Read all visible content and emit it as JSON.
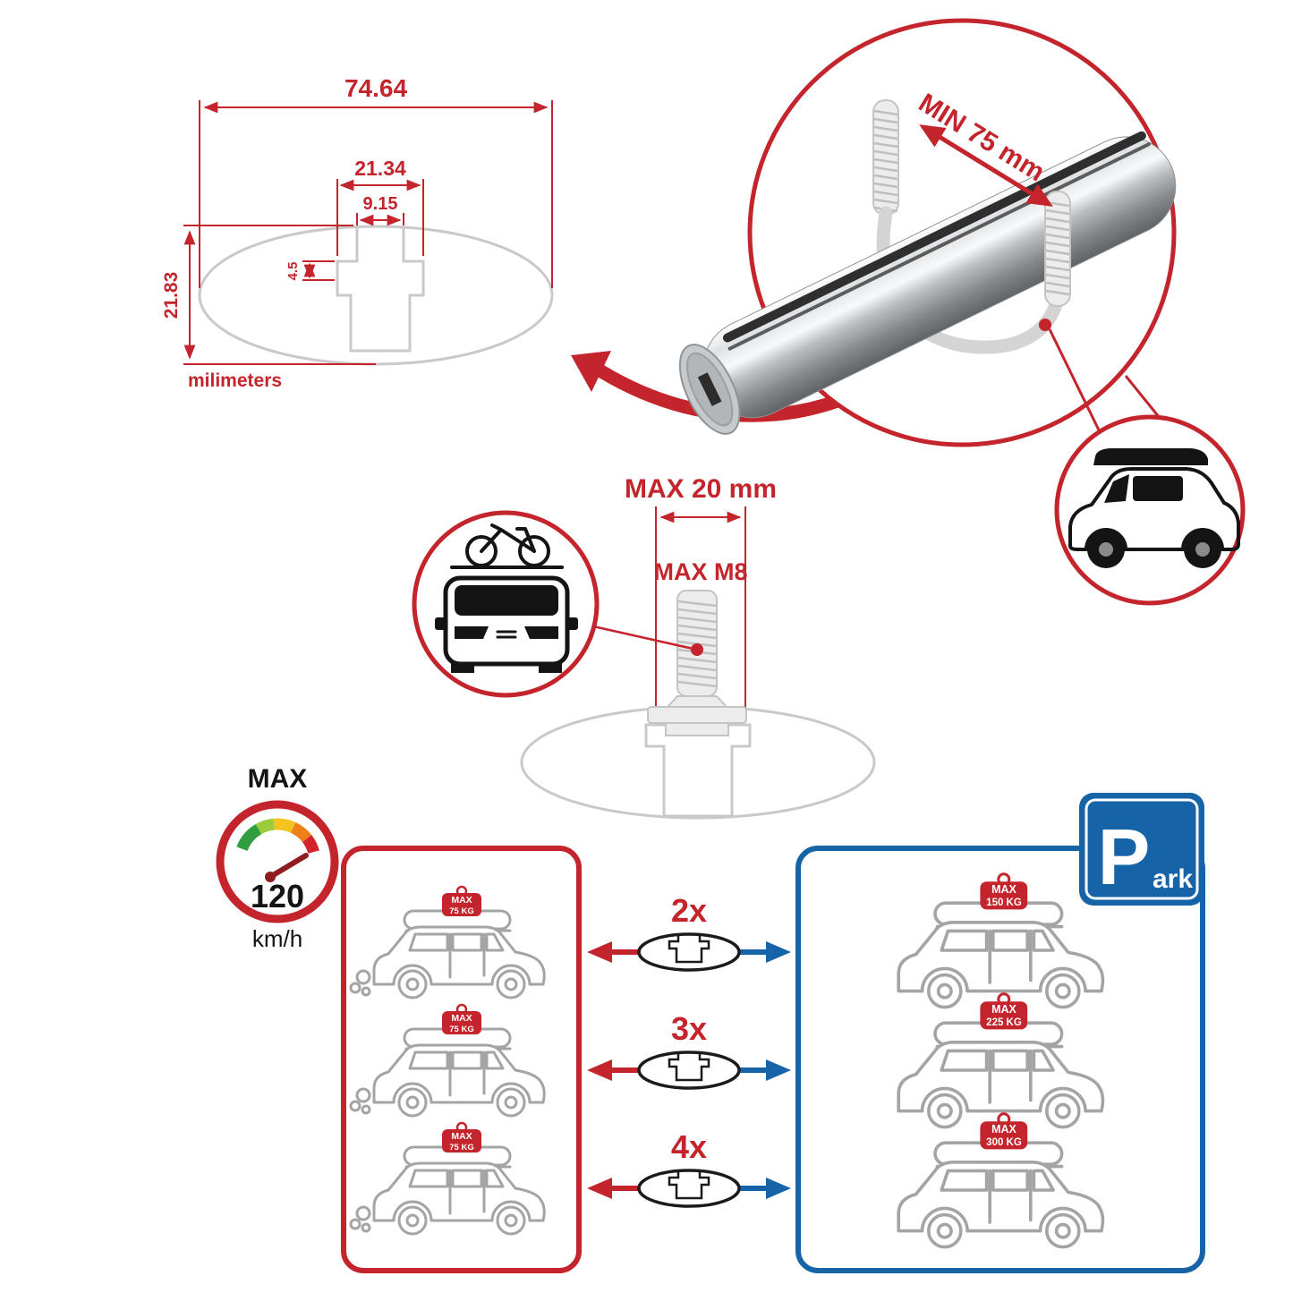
{
  "colors": {
    "accent_red": "#c4242b",
    "accent_blue": "#1763a8",
    "tech_grey": "#c9c9c9",
    "car_grey": "#a4a4a4",
    "ink_black": "#141414"
  },
  "cross_section": {
    "total_width": "74.64",
    "channel_width": "21.34",
    "slot_width": "9.15",
    "lip_depth": "4.5",
    "total_height": "21.83",
    "units": "milimeters"
  },
  "clamp": {
    "min_span": "MIN 75 mm"
  },
  "bolt": {
    "max_length": "MAX 20 mm",
    "max_thread": "MAX M8"
  },
  "speed_limit": {
    "label": "MAX",
    "value": "120",
    "units": "km/h"
  },
  "bar_counts": [
    "2x",
    "3x",
    "4x"
  ],
  "left_panel": {
    "cars": [
      {
        "tag_label": "MAX",
        "tag_value": "75 KG"
      },
      {
        "tag_label": "MAX",
        "tag_value": "75 KG"
      },
      {
        "tag_label": "MAX",
        "tag_value": "75 KG"
      }
    ]
  },
  "right_panel": {
    "cars": [
      {
        "tag_label": "MAX",
        "tag_value": "150 KG"
      },
      {
        "tag_label": "MAX",
        "tag_value": "225 KG"
      },
      {
        "tag_label": "MAX",
        "tag_value": "300 KG"
      }
    ]
  },
  "parking": {
    "letter": "P",
    "rest": "ark"
  },
  "icons": {
    "speedometer": "speed-gauge-icon",
    "parking_sign": "parking-sign-icon",
    "bike_car": "car-front-with-bike-icon",
    "roofbox_car": "car-with-roof-box-icon",
    "crossbar": "aluminum-crossbar-illustration"
  }
}
